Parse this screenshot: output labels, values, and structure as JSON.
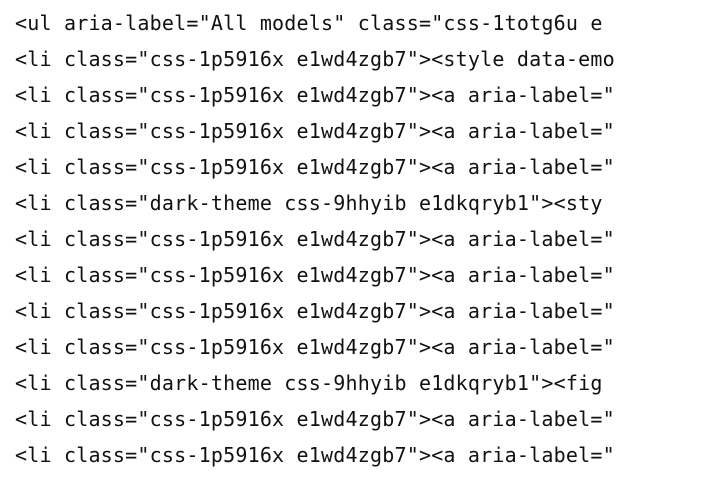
{
  "code": {
    "lines": [
      "<ul aria-label=\"All models\" class=\"css-1totg6u e",
      "<li class=\"css-1p5916x e1wd4zgb7\"><style data-emo",
      "<li class=\"css-1p5916x e1wd4zgb7\"><a aria-label=\"",
      "<li class=\"css-1p5916x e1wd4zgb7\"><a aria-label=\"",
      "<li class=\"css-1p5916x e1wd4zgb7\"><a aria-label=\"",
      "<li class=\"dark-theme css-9hhyib e1dkqryb1\"><sty",
      "<li class=\"css-1p5916x e1wd4zgb7\"><a aria-label=\"",
      "<li class=\"css-1p5916x e1wd4zgb7\"><a aria-label=\"",
      "<li class=\"css-1p5916x e1wd4zgb7\"><a aria-label=\"",
      "<li class=\"css-1p5916x e1wd4zgb7\"><a aria-label=\"",
      "<li class=\"dark-theme css-9hhyib e1dkqryb1\"><fig",
      "<li class=\"css-1p5916x e1wd4zgb7\"><a aria-label=\"",
      "<li class=\"css-1p5916x e1wd4zgb7\"><a aria-label=\""
    ]
  }
}
